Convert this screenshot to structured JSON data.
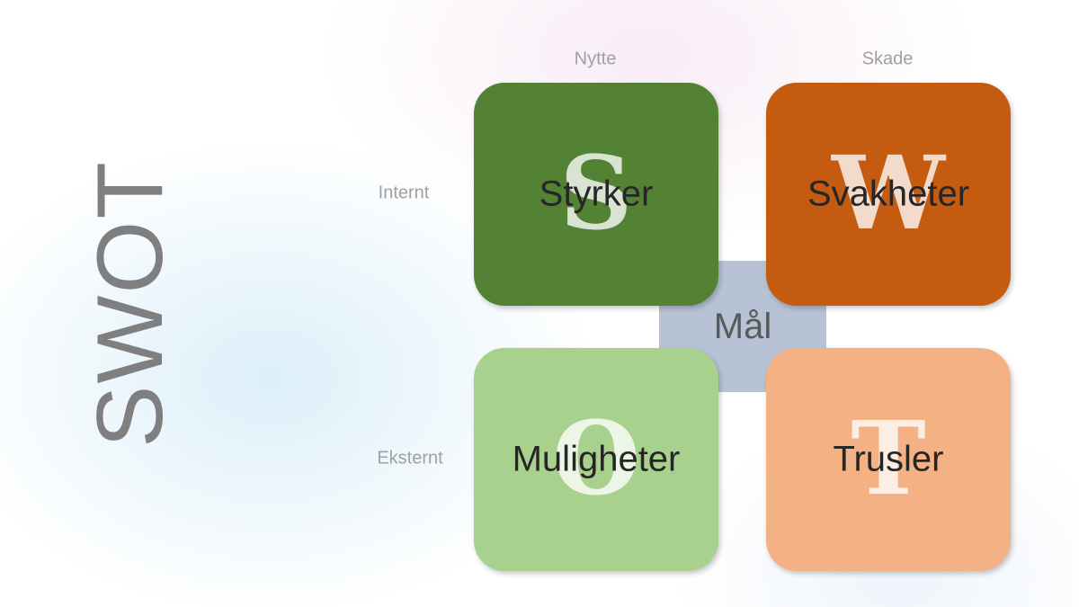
{
  "title": "SWOT",
  "columns": {
    "left": "Nytte",
    "right": "Skade"
  },
  "rows": {
    "top": "Internt",
    "bottom": "Eksternt"
  },
  "center": {
    "label": "Mål"
  },
  "quadrants": {
    "strengths": {
      "letter": "S",
      "label": "Styrker",
      "color": "#548235"
    },
    "weaknesses": {
      "letter": "W",
      "label": "Svakheter",
      "color": "#c55a11"
    },
    "opportunities": {
      "letter": "O",
      "label": "Muligheter",
      "color": "#a9d18e"
    },
    "threats": {
      "letter": "T",
      "label": "Trusler",
      "color": "#f4b183"
    }
  },
  "colors": {
    "title": "#7f7f7f",
    "axis_label": "#a0a0a0",
    "center_box": "#b7c2d4"
  }
}
